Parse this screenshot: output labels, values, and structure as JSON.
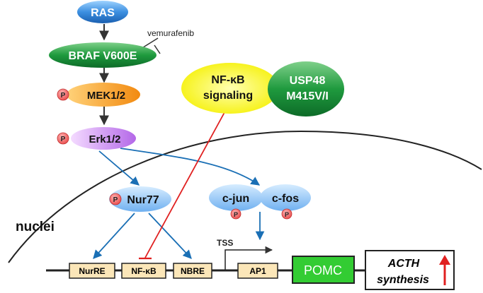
{
  "nodes": {
    "ras": "RAS",
    "braf": "BRAF V600E",
    "mek": "MEK1/2",
    "erk": "Erk1/2",
    "nur77": "Nur77",
    "cjun": "c-jun",
    "cfos": "c-fos",
    "nfkb_signaling_line1": "NF-κB",
    "nfkb_signaling_line2": "signaling",
    "usp48_line1": "USP48",
    "usp48_line2": "M415V/I"
  },
  "drug": "vemurafenib",
  "phospho": "P",
  "compartment": "nuclei",
  "dna": {
    "nurre": "NurRE",
    "nfkb": "NF-κB",
    "nbre": "NBRE",
    "tss": "TSS",
    "ap1": "AP1",
    "pomc": "POMC",
    "acth_line1": "ACTH",
    "acth_line2": "synthesis"
  },
  "colors": {
    "arrow_blue": "#1a6fb5",
    "inhibit_red": "#e02020",
    "pomc_green": "#33cc33",
    "element_box": "#fbe6b8"
  }
}
